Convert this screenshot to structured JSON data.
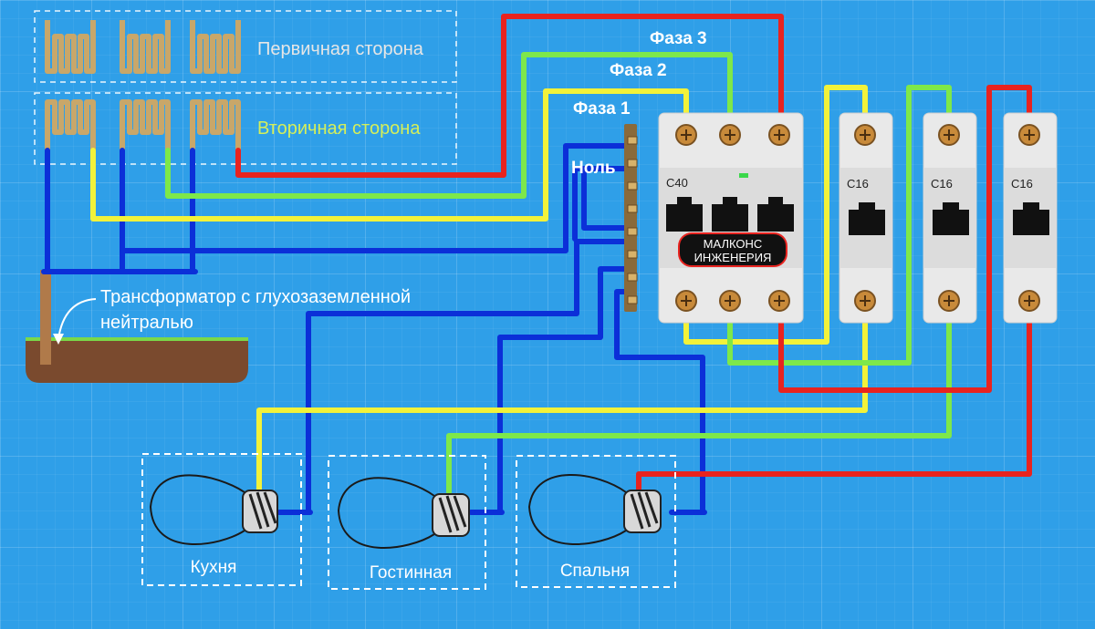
{
  "transformer": {
    "primary_label": "Первичная сторона",
    "secondary_label": "Вторичная сторона",
    "description_line1": "Трансформатор с глухозаземленной",
    "description_line2": "нейтралью"
  },
  "wires": {
    "phase1_label": "Фаза 1",
    "phase2_label": "Фаза 2",
    "phase3_label": "Фаза 3",
    "neutral_label": "Ноль"
  },
  "breakers": {
    "main_rating": "С40",
    "group1_rating": "С16",
    "group2_rating": "С16",
    "group3_rating": "С16"
  },
  "logo": {
    "line1": "МАЛКОНС",
    "line2": "ИНЖЕНЕРИЯ"
  },
  "rooms": {
    "kitchen": "Кухня",
    "living_room": "Гостинная",
    "bedroom": "Спальня"
  },
  "colors": {
    "phase1": "#f2f23a",
    "phase2": "#7ee84a",
    "phase3": "#e8231f",
    "neutral": "#0b2fd8",
    "ground": "#7ad84a"
  }
}
